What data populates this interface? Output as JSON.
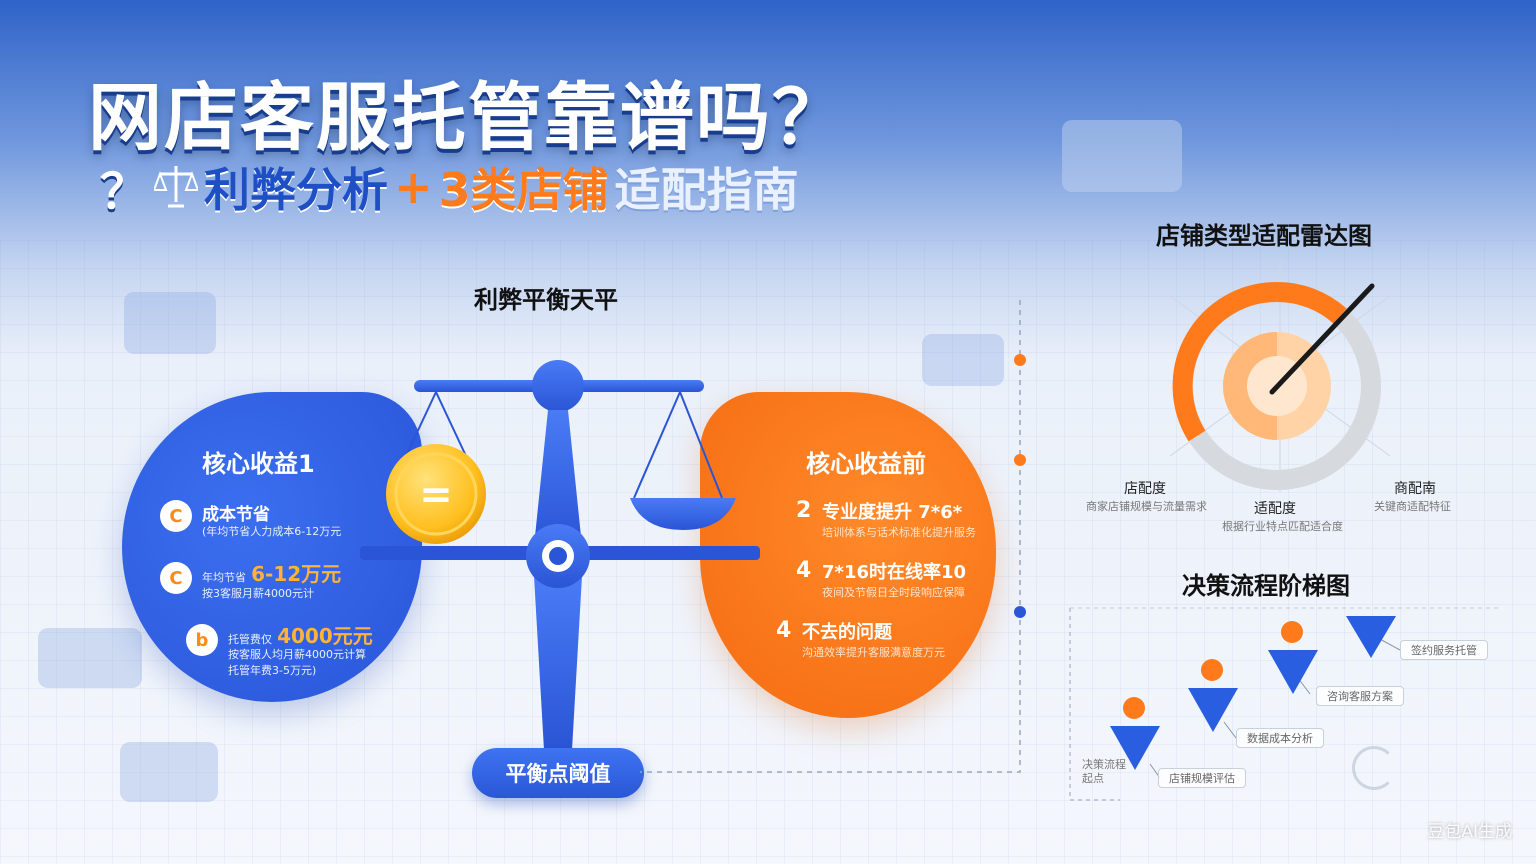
{
  "header": {
    "title": "网店客服托管靠谱吗？",
    "subtitle_q": "？",
    "subtitle_part1": "利弊分析",
    "subtitle_plus": "+",
    "subtitle_part2": "3类店铺",
    "subtitle_part3": "适配指南"
  },
  "balance": {
    "title": "利弊平衡天平",
    "coin_symbol": "=",
    "threshold_label": "平衡点阈值"
  },
  "benefits": {
    "title": "核心收益1",
    "items": [
      {
        "icon": "C",
        "main": "成本节省",
        "sub": "(年均节省人力成本6-12万元"
      },
      {
        "icon": "C",
        "main_prefix": "年均节省",
        "highlight": "6-12万元",
        "sub": "按3客服月薪4000元计"
      },
      {
        "icon": "b",
        "main_prefix": "托管费仅",
        "highlight": "4000元元",
        "sub": "按客服人均月薪4000元计算",
        "sub2": "托管年费3-5万元)"
      }
    ]
  },
  "risks": {
    "title": "核心收益前",
    "items": [
      {
        "num": "2",
        "main": "专业度提升 7*6*",
        "sub": "培训体系与话术标准化提升服务"
      },
      {
        "num": "4",
        "main": "7*16时在线率10",
        "sub": "夜间及节假日全时段响应保障"
      },
      {
        "num": "4",
        "main": "不去的问题",
        "sub": "沟通效率提升客服满意度万元"
      }
    ]
  },
  "radar": {
    "title": "店铺类型适配雷达图",
    "labels": [
      {
        "main": "店配度",
        "sub": "商家店铺规模与流量需求"
      },
      {
        "main": "适配度",
        "sub": "根据行业特点匹配适合度"
      },
      {
        "main": "商配南",
        "sub": "关键商适配特征"
      }
    ]
  },
  "decision": {
    "title": "决策流程阶梯图",
    "start_label": "决策流程",
    "start_label2": "起点",
    "steps": [
      {
        "tag": "店铺规模评估"
      },
      {
        "tag": "数据成本分析"
      },
      {
        "tag": "咨询客服方案"
      },
      {
        "tag": "签约服务托管"
      }
    ]
  },
  "watermark": "豆包AI生成",
  "colors": {
    "blue": "#2a57d6",
    "orange": "#f56a10",
    "accent": "#ff8a1a"
  }
}
